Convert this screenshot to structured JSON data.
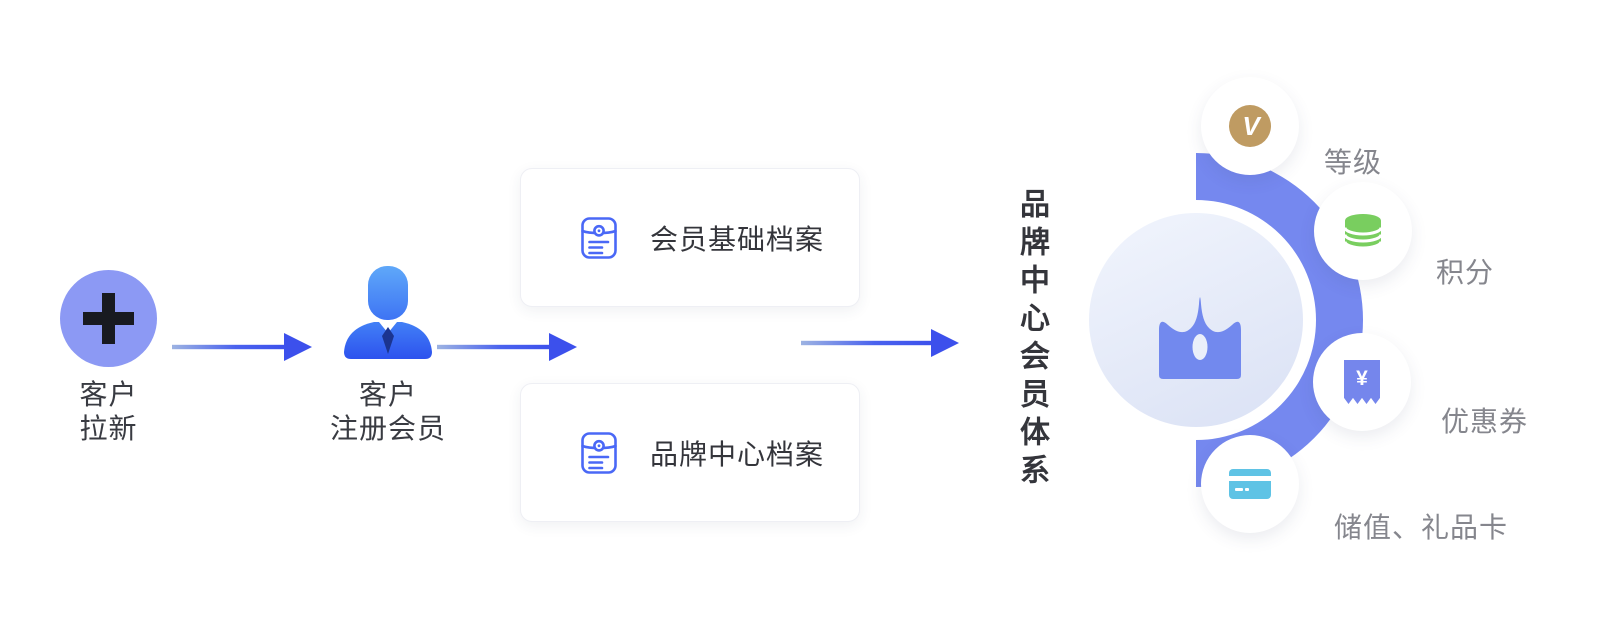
{
  "colors": {
    "accent_blue": "#3C50EC",
    "node_circle_purple": "#8C99F4",
    "plus_dark": "#181A20",
    "person_gradient_top": "#5FA8F9",
    "person_gradient_bottom": "#2D52EE",
    "archive_icon_blue": "#4A68F6",
    "ring_blue": "#7588EF",
    "crown_blue": "#7289EE",
    "hub_circle_light": "#E6ECF9",
    "level_gold": "#BF9B62",
    "points_green": "#79CE5F",
    "coupon_purple": "#7586EC",
    "gift_card_cyan": "#5FC3E5",
    "text_dark": "#34353B",
    "text_gray": "#85868D"
  },
  "flow": {
    "acquisition": {
      "line1": "客户",
      "line2": "拉新"
    },
    "register": {
      "line1": "客户",
      "line2": "注册会员"
    },
    "archives": [
      {
        "label": "会员基础档案"
      },
      {
        "label": "品牌中心档案"
      }
    ],
    "system_title": "品牌中心会员体系"
  },
  "hub": {
    "benefits": [
      {
        "label": "等级",
        "glyph": "V"
      },
      {
        "label": "积分"
      },
      {
        "label": "优惠券",
        "glyph": "¥"
      },
      {
        "label": "储值、礼品卡"
      }
    ]
  }
}
